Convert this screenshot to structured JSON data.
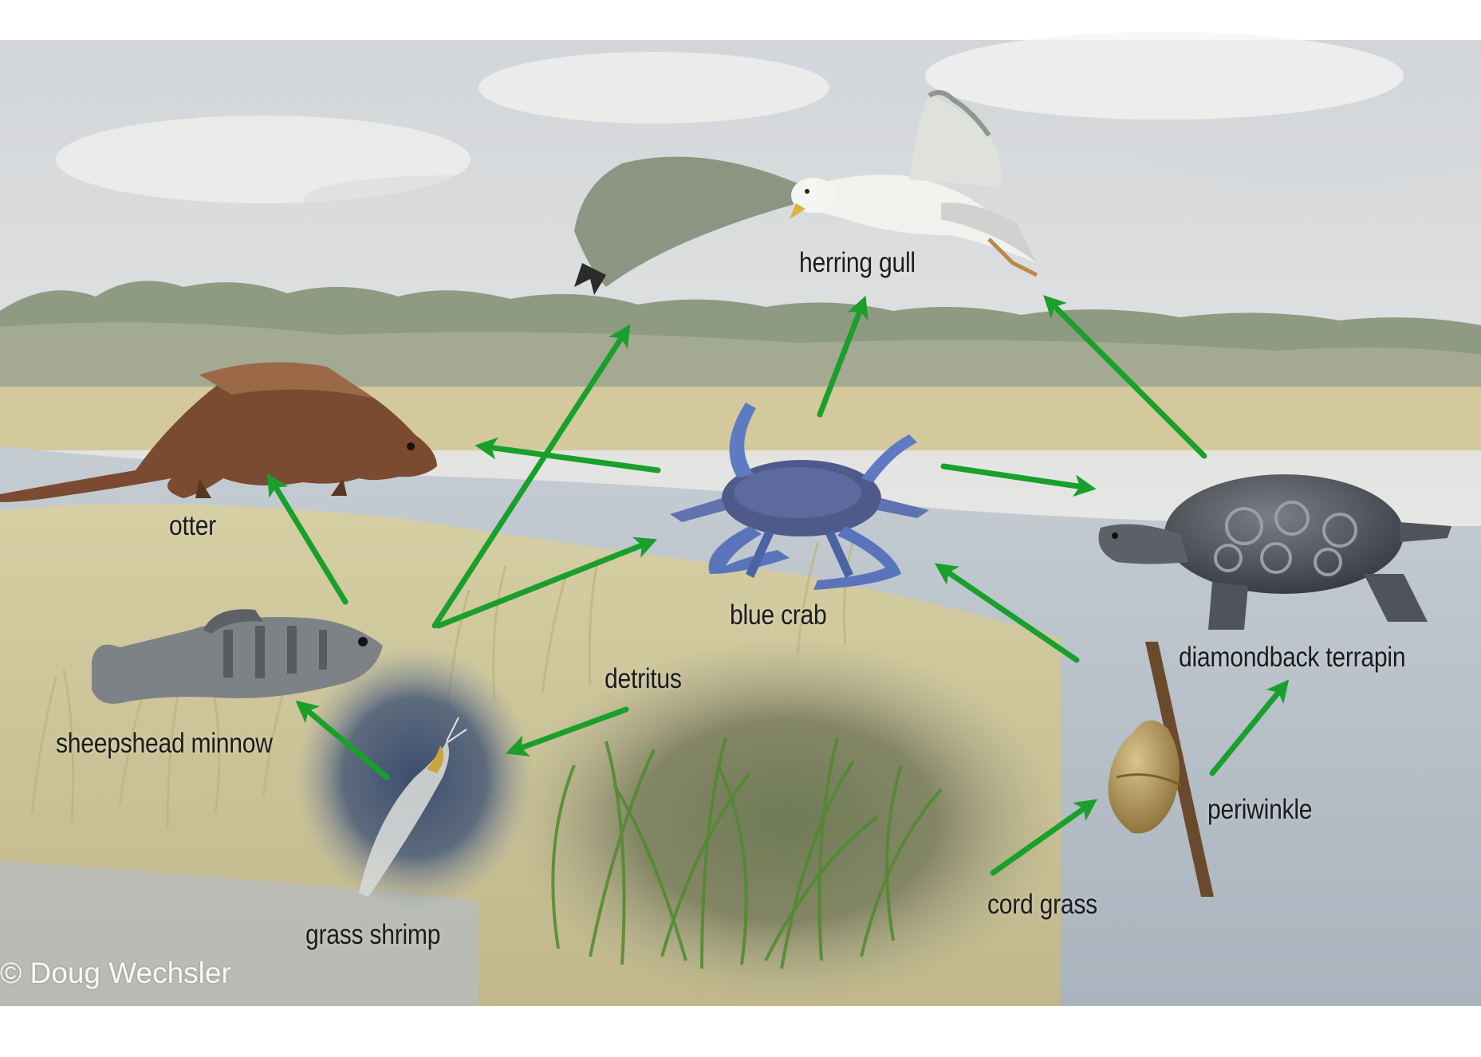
{
  "diagram": {
    "labels": {
      "herring_gull": "herring gull",
      "otter": "otter",
      "blue_crab": "blue crab",
      "diamondback_terrapin": "diamondback terrapin",
      "sheepshead_minnow": "sheepshead minnow",
      "detritus": "detritus",
      "periwinkle": "periwinkle",
      "grass_shrimp": "grass shrimp",
      "cord_grass": "cord grass"
    },
    "credit": "© Doug Wechsler",
    "links": [
      {
        "from": "blue crab",
        "to": "herring gull"
      },
      {
        "from": "diamondback terrapin",
        "to": "herring gull"
      },
      {
        "from": "grass shrimp",
        "to": "herring gull"
      },
      {
        "from": "blue crab",
        "to": "otter"
      },
      {
        "from": "sheepshead minnow",
        "to": "otter"
      },
      {
        "from": "grass shrimp",
        "to": "blue crab"
      },
      {
        "from": "blue crab",
        "to": "diamondback terrapin"
      },
      {
        "from": "periwinkle",
        "to": "blue crab"
      },
      {
        "from": "periwinkle",
        "to": "diamondback terrapin"
      },
      {
        "from": "grass shrimp",
        "to": "sheepshead minnow"
      },
      {
        "from": "detritus",
        "to": "grass shrimp"
      },
      {
        "from": "cord grass",
        "to": "periwinkle"
      }
    ],
    "colors": {
      "arrow": "#18a02a",
      "sky": "#dfe1e3",
      "water": "#b7c1cb",
      "marsh": "#c9bf8a"
    }
  }
}
